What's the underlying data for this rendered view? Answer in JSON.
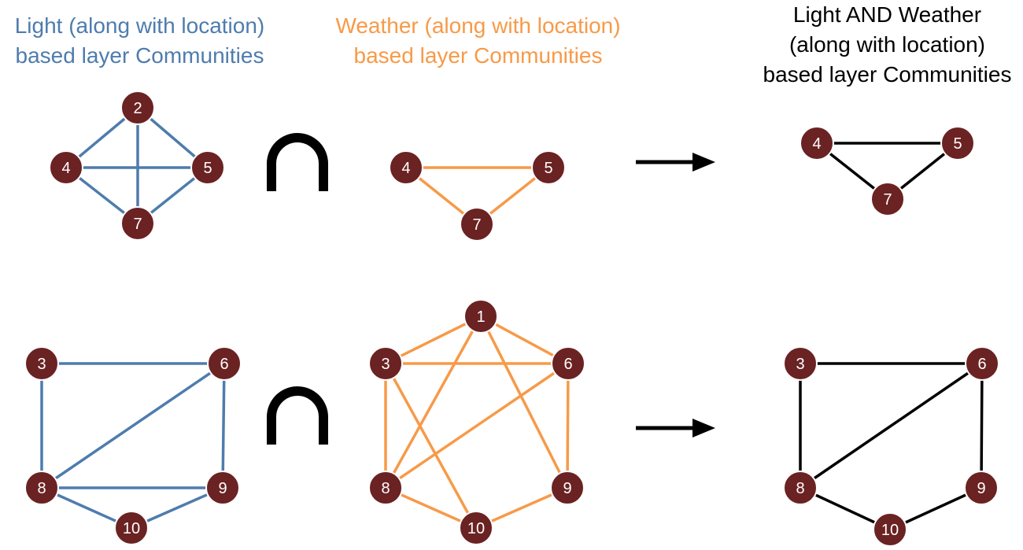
{
  "colors": {
    "light": "#4e7cad",
    "weather": "#f79a48",
    "result": "#000000",
    "node_fill": "#6b2222",
    "node_stroke": "#ffffff",
    "node_text": "#ffffff"
  },
  "headings": {
    "light": {
      "lines": [
        "Light (along with location)",
        "based layer Communities"
      ]
    },
    "weather": {
      "lines": [
        "Weather (along with location)",
        "based layer Communities"
      ]
    },
    "result": {
      "lines": [
        "Light AND Weather",
        "(along with location)",
        "based layer Communities"
      ]
    }
  },
  "operators": {
    "intersection_symbol": "∩",
    "arrow_symbol": "→"
  },
  "graphs": [
    {
      "id": "row1-light",
      "layer": "light",
      "nodes": [
        "2",
        "4",
        "5",
        "7"
      ],
      "edges": [
        [
          "2",
          "4"
        ],
        [
          "2",
          "5"
        ],
        [
          "4",
          "7"
        ],
        [
          "5",
          "7"
        ],
        [
          "4",
          "5"
        ],
        [
          "2",
          "7"
        ]
      ]
    },
    {
      "id": "row1-weather",
      "layer": "weather",
      "nodes": [
        "4",
        "5",
        "7"
      ],
      "edges": [
        [
          "4",
          "5"
        ],
        [
          "4",
          "7"
        ],
        [
          "5",
          "7"
        ]
      ]
    },
    {
      "id": "row1-result",
      "layer": "result",
      "nodes": [
        "4",
        "5",
        "7"
      ],
      "edges": [
        [
          "4",
          "5"
        ],
        [
          "4",
          "7"
        ],
        [
          "5",
          "7"
        ]
      ]
    },
    {
      "id": "row2-light",
      "layer": "light",
      "nodes": [
        "3",
        "6",
        "8",
        "9",
        "10"
      ],
      "edges": [
        [
          "3",
          "6"
        ],
        [
          "3",
          "8"
        ],
        [
          "6",
          "8"
        ],
        [
          "6",
          "9"
        ],
        [
          "8",
          "9"
        ],
        [
          "8",
          "10"
        ],
        [
          "9",
          "10"
        ]
      ]
    },
    {
      "id": "row2-weather",
      "layer": "weather",
      "nodes": [
        "1",
        "3",
        "6",
        "8",
        "9",
        "10"
      ],
      "edges": [
        [
          "1",
          "3"
        ],
        [
          "1",
          "6"
        ],
        [
          "1",
          "8"
        ],
        [
          "1",
          "9"
        ],
        [
          "3",
          "6"
        ],
        [
          "3",
          "8"
        ],
        [
          "3",
          "10"
        ],
        [
          "6",
          "8"
        ],
        [
          "6",
          "9"
        ],
        [
          "8",
          "10"
        ],
        [
          "9",
          "10"
        ]
      ]
    },
    {
      "id": "row2-result",
      "layer": "result",
      "nodes": [
        "3",
        "6",
        "8",
        "9",
        "10"
      ],
      "edges": [
        [
          "3",
          "6"
        ],
        [
          "3",
          "8"
        ],
        [
          "6",
          "8"
        ],
        [
          "6",
          "9"
        ],
        [
          "8",
          "10"
        ],
        [
          "9",
          "10"
        ]
      ]
    }
  ]
}
